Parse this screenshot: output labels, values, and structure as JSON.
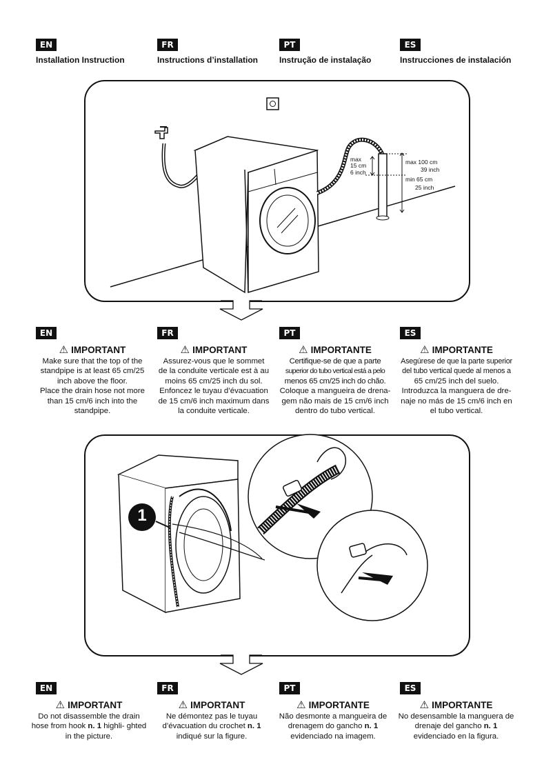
{
  "languages": [
    "EN",
    "FR",
    "PT",
    "ES"
  ],
  "headers": [
    "Installation Instruction",
    "Instructions d’installation",
    "Instrução de instalação",
    "Instrucciones de instalación"
  ],
  "figure1": {
    "labels": {
      "max15_1": "max",
      "max15_2": "15 cm",
      "max15_3": "6 inch",
      "max100_1": "max 100 cm",
      "max100_2": "39 inch",
      "min65_1": "min 65 cm",
      "min65_2": "25 inch"
    }
  },
  "important1": [
    {
      "title": "IMPORTANT",
      "lines": [
        "Make sure that the top of the",
        "standpipe is at least 65 cm/25",
        "inch above the floor.",
        "Place the drain hose not more",
        "than 15 cm/6 inch into the",
        "standpipe."
      ]
    },
    {
      "title": "IMPORTANT",
      "lines": [
        "Assurez-vous que le sommet",
        "de la conduite verticale est à au",
        "moins 65 cm/25 inch du sol.",
        "Enfoncez le tuyau d’évacuation",
        "de 15 cm/6 inch maximum dans",
        "la conduite verticale."
      ]
    },
    {
      "title": "IMPORTANTE",
      "lines": [
        "Certifique-se de que a parte",
        "superior do tubo vertical está a pelo",
        "menos 65 cm/25 inch do chão.",
        "Coloque a mangueira de drena-",
        "gem não mais de 15 cm/6 inch",
        "dentro do tubo vertical."
      ]
    },
    {
      "title": "IMPORTANTE",
      "lines": [
        "Asegúrese de que la parte superior",
        "del tubo vertical quede al menos a",
        "65 cm/25 inch del suelo.",
        "Introduzca la manguera de dre-",
        "naje no más de 15 cm/6 inch en",
        "el tubo vertical."
      ]
    }
  ],
  "figure2": {
    "callout": "1"
  },
  "important2": [
    {
      "title": "IMPORTANT",
      "pre": "Do not disassemble the drain hose from hook ",
      "bold": "n. 1",
      "post": " highli- ghted in the picture."
    },
    {
      "title": "IMPORTANT",
      "pre": "Ne démontez pas le tuyau d’évacuation du crochet ",
      "bold": "n. 1",
      "post": " indiqué sur la figure."
    },
    {
      "title": "IMPORTANTE",
      "pre": "Não desmonte a mangueira de drenagem do gancho ",
      "bold": "n. 1",
      "post": " evidenciado na imagem."
    },
    {
      "title": "IMPORTANTE",
      "pre": "No desensamble la manguera de drenaje del gancho ",
      "bold": "n. 1",
      "post": " evidenciado en la figura."
    }
  ]
}
